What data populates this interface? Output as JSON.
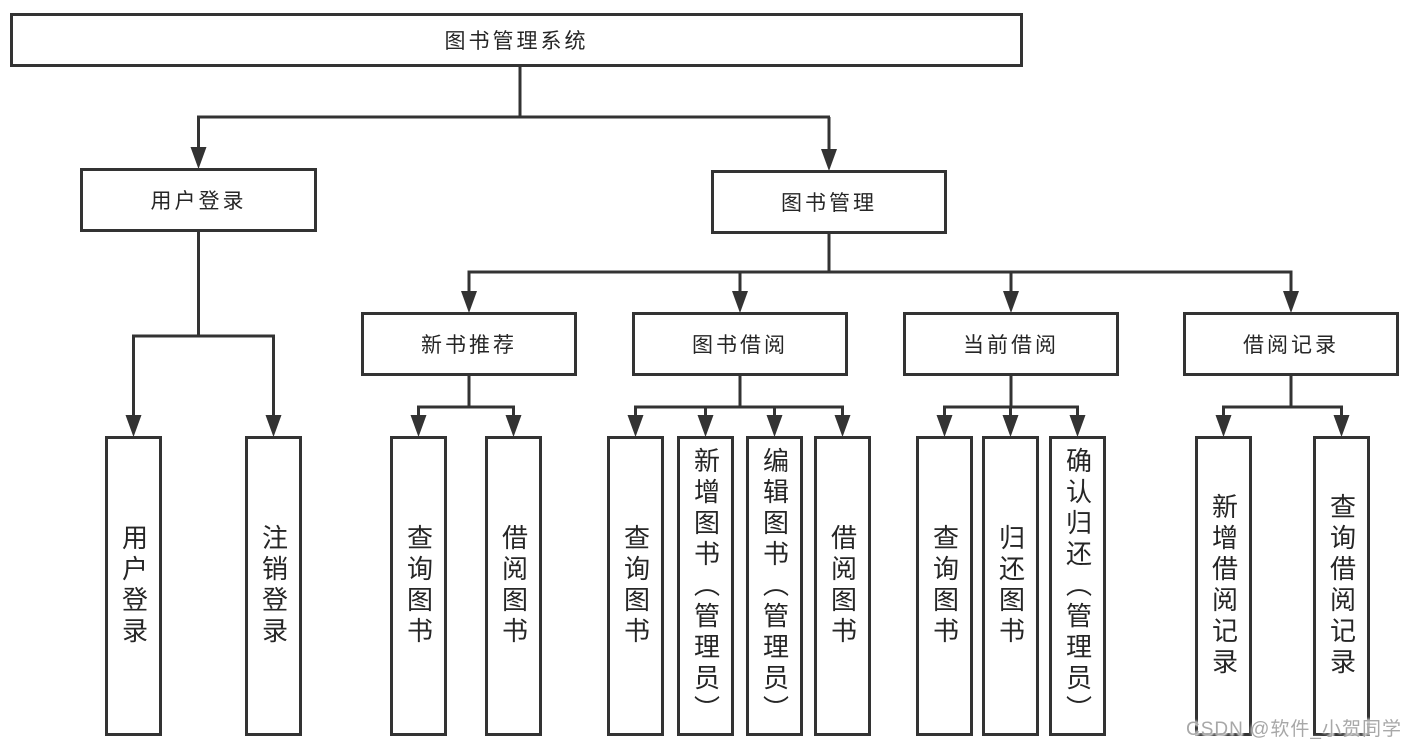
{
  "tree": {
    "root": {
      "label": "图书管理系统"
    },
    "children": [
      {
        "label": "用户登录",
        "children": [
          {
            "label": "用户登录"
          },
          {
            "label": "注销登录"
          }
        ]
      },
      {
        "label": "图书管理",
        "children": [
          {
            "label": "新书推荐",
            "children": [
              {
                "label": "查询图书"
              },
              {
                "label": "借阅图书"
              }
            ]
          },
          {
            "label": "图书借阅",
            "children": [
              {
                "label": "查询图书"
              },
              {
                "label": "新增图书（管理员）"
              },
              {
                "label": "编辑图书（管理员）"
              },
              {
                "label": "借阅图书"
              }
            ]
          },
          {
            "label": "当前借阅",
            "children": [
              {
                "label": "查询图书"
              },
              {
                "label": "归还图书"
              },
              {
                "label": "确认归还（管理员）"
              }
            ]
          },
          {
            "label": "借阅记录",
            "children": [
              {
                "label": "新增借阅记录"
              },
              {
                "label": "查询借阅记录"
              }
            ]
          }
        ]
      }
    ]
  },
  "watermark": {
    "text": "CSDN @软件_小贺同学"
  },
  "colors": {
    "line": "#333333",
    "box_border": "#333333",
    "box_fill": "#ffffff",
    "text": "#262626",
    "background": "#ffffff",
    "watermark": "#a8a8a8"
  }
}
